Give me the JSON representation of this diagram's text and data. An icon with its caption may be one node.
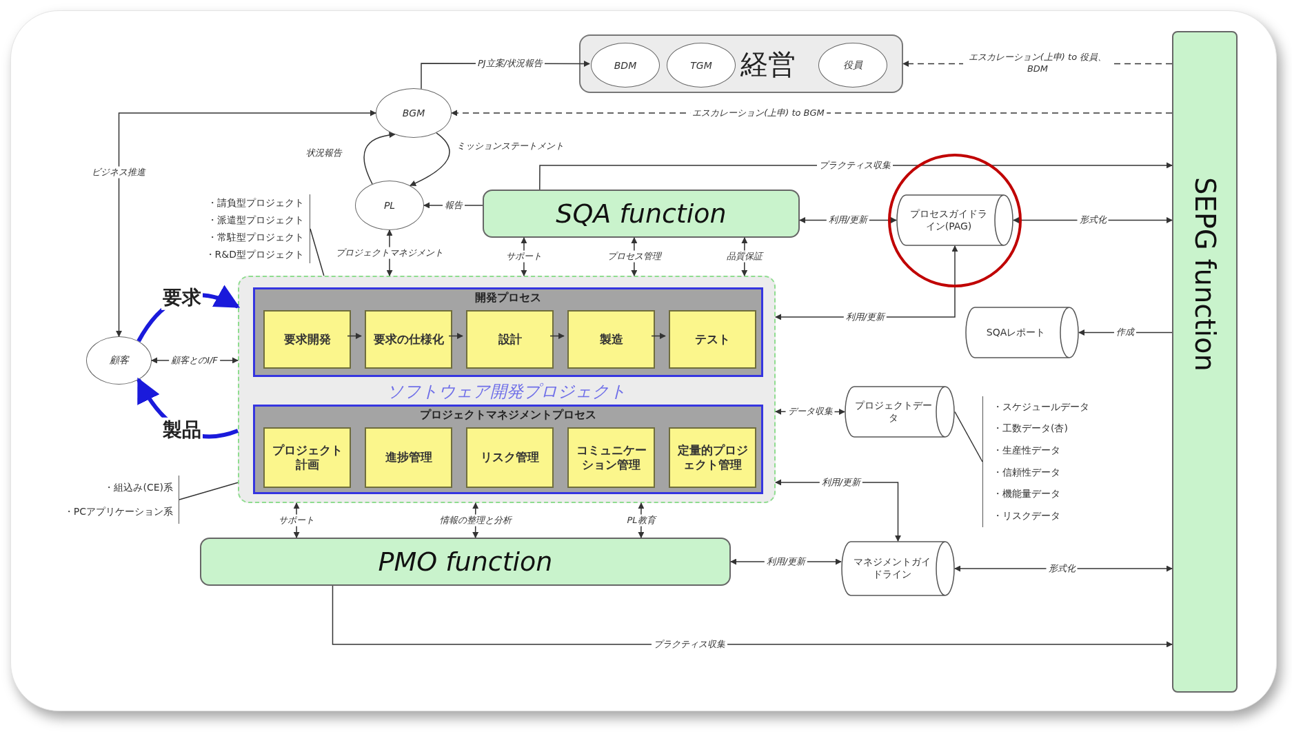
{
  "diagram": {
    "nodes": [
      {
        "text": [
          "経営"
        ]
      },
      {
        "text": [
          "BDM"
        ],
        "in": 0
      },
      {
        "text": [
          "TGM"
        ],
        "in": 0
      },
      {
        "text": [
          "役員"
        ],
        "in": 0
      },
      {
        "text": [
          "BGM"
        ]
      },
      {
        "text": [
          "PL"
        ]
      },
      {
        "text": [
          "顧客"
        ]
      },
      {
        "text": [
          "SQA function"
        ]
      },
      {
        "text": [
          "プロセスガイドライン(PAG)"
        ]
      },
      {
        "text": [
          "SQAレポート"
        ]
      },
      {
        "text": [
          "SEPG function"
        ]
      },
      {
        "text": [
          "ソフトウェア開発プロジェクト"
        ]
      },
      {
        "text": [
          "開発プロセス"
        ],
        "in": 11
      },
      {
        "text": [
          "要求開発"
        ],
        "in": 12
      },
      {
        "text": [
          "要求の仕様化"
        ],
        "in": 12
      },
      {
        "text": [
          "設計"
        ],
        "in": 12
      },
      {
        "text": [
          "製造"
        ],
        "in": 12
      },
      {
        "text": [
          "テスト"
        ],
        "in": 12
      },
      {
        "text": [
          "プロジェクトマネジメントプロセス"
        ],
        "in": 11
      },
      {
        "text": [
          "プロジェクト計画"
        ],
        "in": 18
      },
      {
        "text": [
          "進捗管理"
        ],
        "in": 18
      },
      {
        "text": [
          "リスク管理"
        ],
        "in": 18
      },
      {
        "text": [
          "コミュニケーション管理"
        ],
        "in": 18
      },
      {
        "text": [
          "定量的プロジェクト管理"
        ],
        "in": 18
      },
      {
        "text": [
          "プロジェクトデータ"
        ]
      },
      {
        "text": [
          "PMO function"
        ]
      },
      {
        "text": [
          "マネジメントガイドライン"
        ]
      },
      {
        "text": [
          "・請負型プロジェクト",
          "・派遣型プロジェクト",
          "・常駐型プロジェクト",
          "・R&D型プロジェクト"
        ]
      },
      {
        "text": [
          "・組込み(CE)系",
          "・PCアプリケーション系"
        ]
      },
      {
        "text": [
          "・スケジュールデータ",
          "・工数データ(杏)",
          "・生産性データ",
          "・信頼性データ",
          "・機能量データ",
          "・リスクデータ"
        ]
      }
    ],
    "edges": [
      {
        "from": 4,
        "to": 1,
        "arrow": "to",
        "label": "PJ立案/状況報告"
      },
      {
        "from": 10,
        "to": 0,
        "arrow": "to",
        "style": "dashed",
        "label": "エスカレーション(上申) to 役員、BDM"
      },
      {
        "from": 10,
        "to": 4,
        "arrow": "to",
        "style": "dashed",
        "label": "エスカレーション(上申) to BGM"
      },
      {
        "from": 4,
        "to": 6,
        "arrow": "both",
        "label": "ビジネス推進"
      },
      {
        "from": 5,
        "to": 4,
        "arrow": "to",
        "label": "状況報告"
      },
      {
        "from": 4,
        "to": 5,
        "arrow": "to",
        "label": "ミッションステートメント"
      },
      {
        "from": 7,
        "to": 5,
        "arrow": "to",
        "label": "報告"
      },
      {
        "from": 5,
        "to": 11,
        "arrow": "both",
        "label": "プロジェクトマネジメント"
      },
      {
        "from": 7,
        "to": 11,
        "arrow": "both",
        "label": "サポート"
      },
      {
        "from": 7,
        "to": 11,
        "arrow": "both",
        "label": "プロセス管理"
      },
      {
        "from": 7,
        "to": 11,
        "arrow": "both",
        "label": "品質保証"
      },
      {
        "from": 7,
        "to": 10,
        "arrow": "to",
        "label": "プラクティス収集"
      },
      {
        "from": 7,
        "to": 8,
        "arrow": "both",
        "label": "利用/更新"
      },
      {
        "from": 8,
        "to": 10,
        "arrow": "both",
        "label": "形式化"
      },
      {
        "from": 11,
        "to": 8,
        "arrow": "both",
        "label": "利用/更新"
      },
      {
        "from": 10,
        "to": 9,
        "arrow": "to",
        "label": "作成"
      },
      {
        "from": 6,
        "to": 11,
        "arrow": "both",
        "label": "顧客とのI/F"
      },
      {
        "from": 6,
        "to": 11,
        "arrow": "to",
        "style": "thick",
        "color": "#1a1adb",
        "label": "要求"
      },
      {
        "from": 11,
        "to": 6,
        "arrow": "to",
        "style": "thick",
        "color": "#1a1adb",
        "label": "製品"
      },
      {
        "from": 13,
        "to": 14,
        "arrow": "to"
      },
      {
        "from": 14,
        "to": 15,
        "arrow": "to"
      },
      {
        "from": 15,
        "to": 16,
        "arrow": "to"
      },
      {
        "from": 16,
        "to": 17,
        "arrow": "to"
      },
      {
        "from": 11,
        "to": 24,
        "arrow": "both",
        "label": "データ収集"
      },
      {
        "from": 11,
        "to": 26,
        "arrow": "both",
        "label": "利用/更新"
      },
      {
        "from": 11,
        "to": 25,
        "arrow": "both",
        "label": "サポート"
      },
      {
        "from": 11,
        "to": 25,
        "arrow": "both",
        "label": "情報の整理と分析"
      },
      {
        "from": 11,
        "to": 25,
        "arrow": "both",
        "label": "PL教育"
      },
      {
        "from": 25,
        "to": 26,
        "arrow": "both",
        "label": "利用/更新"
      },
      {
        "from": 26,
        "to": 10,
        "arrow": "both",
        "label": "形式化"
      },
      {
        "from": 25,
        "to": 10,
        "arrow": "to",
        "label": "プラクティス収集"
      },
      {
        "from": 27,
        "to": 11,
        "arrow": "none"
      },
      {
        "from": 28,
        "to": 11,
        "arrow": "none"
      },
      {
        "from": 24,
        "to": 29,
        "arrow": "none"
      }
    ]
  }
}
